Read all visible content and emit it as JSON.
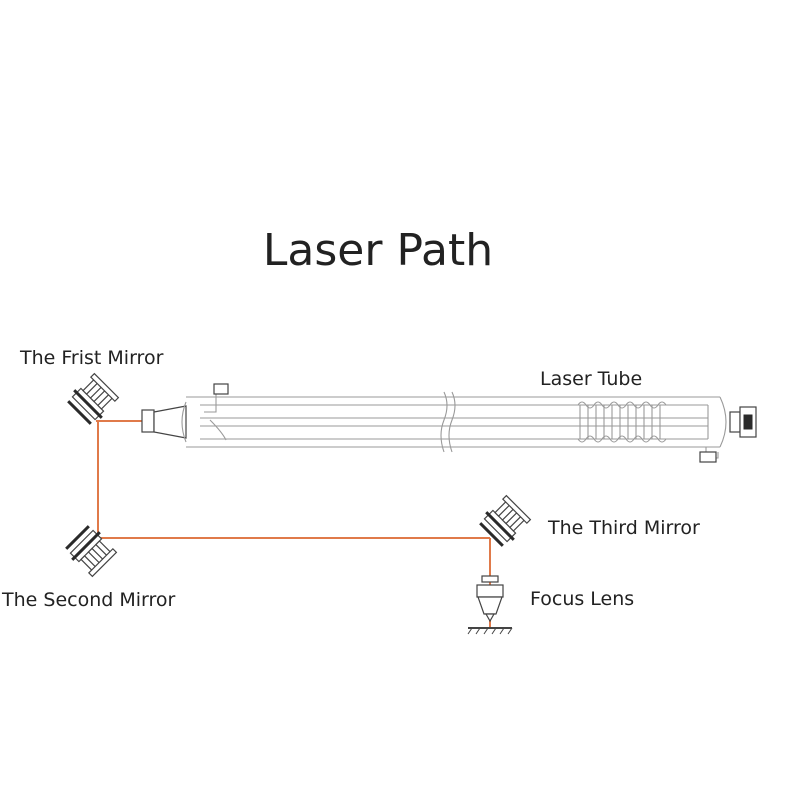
{
  "title": "Laser Path",
  "labels": {
    "first_mirror": "The Frist Mirror",
    "laser_tube": "Laser Tube",
    "third_mirror": "The Third Mirror",
    "second_mirror": "The Second Mirror",
    "focus_lens": "Focus Lens"
  },
  "colors": {
    "beam": "#e07a4a",
    "outline": "#444444",
    "tube": "#9a9a9a"
  },
  "icons": [
    "mirror-mount-icon",
    "laser-tube-icon",
    "focus-lens-icon",
    "work-surface-icon"
  ]
}
